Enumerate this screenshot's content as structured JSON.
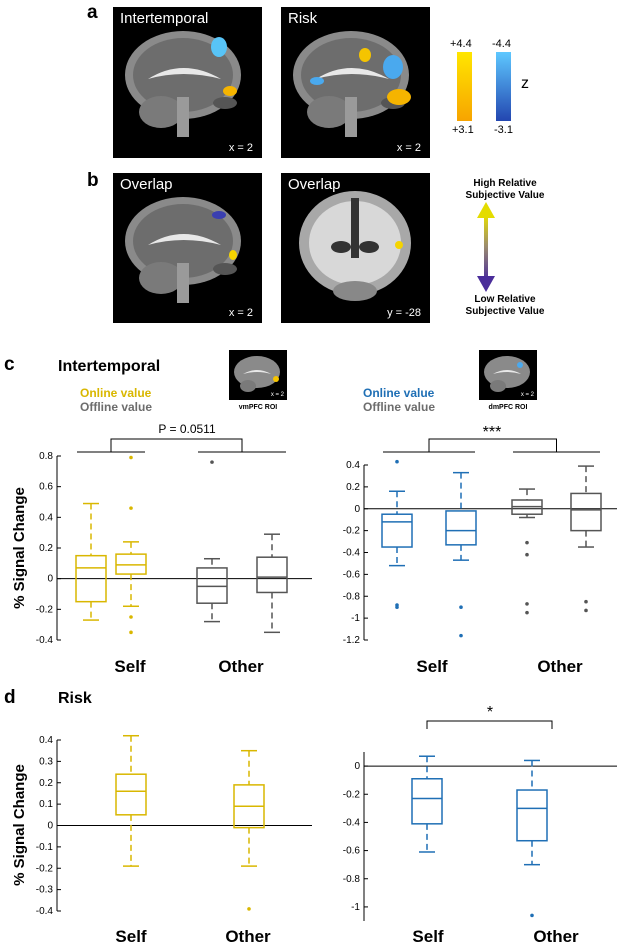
{
  "panel_a": {
    "label": "a",
    "images": [
      {
        "title": "Intertemporal",
        "coord": "x = 2"
      },
      {
        "title": "Risk",
        "coord": "x = 2"
      }
    ],
    "colorbar": {
      "warm_top": "+4.4",
      "warm_bottom": "+3.1",
      "cool_top": "-4.4",
      "cool_bottom": "-3.1",
      "axis_label": "z",
      "warm_colors": [
        "#ffe600",
        "#f7a400"
      ],
      "cool_colors": [
        "#5ec8ff",
        "#2346b0"
      ]
    }
  },
  "panel_b": {
    "label": "b",
    "images": [
      {
        "title": "Overlap",
        "coord": "x = 2"
      },
      {
        "title": "Overlap",
        "coord": "y = -28"
      }
    ],
    "arrow": {
      "top_line1": "High Relative",
      "top_line2": "Subjective Value",
      "bottom_line1": "Low Relative",
      "bottom_line2": "Subjective Value"
    }
  },
  "panel_c": {
    "label": "c",
    "title": "Intertemporal",
    "left_legend": {
      "online": "Online value",
      "offline": "Offline value",
      "roi": "vmPFC ROI",
      "roi_coord": "x = 2"
    },
    "right_legend": {
      "online": "Online value",
      "offline": "Offline value",
      "roi": "dmPFC ROI",
      "roi_coord": "x = 2"
    },
    "left_sig": "P = 0.0511",
    "right_sig": "***"
  },
  "panel_d": {
    "label": "d",
    "title": "Risk",
    "right_sig": "*"
  },
  "colors": {
    "online_vm": "#d9b700",
    "offline": "#555555",
    "online_dm": "#1f6fb5"
  },
  "chart_data": [
    {
      "type": "box",
      "id": "c_left",
      "ylabel": "% Signal Change",
      "ylim": [
        -0.4,
        0.8
      ],
      "yticks": [
        -0.4,
        -0.2,
        0,
        0.2,
        0.4,
        0.6,
        0.8
      ],
      "group_labels": [
        "Self",
        "Other"
      ],
      "boxes": [
        {
          "series": "Online value",
          "group": "Self",
          "whisker_low": -0.27,
          "q1": -0.15,
          "median": 0.07,
          "q3": 0.15,
          "whisker_high": 0.49,
          "outliers": []
        },
        {
          "series": "Online value",
          "group": "Self",
          "whisker_low": -0.18,
          "q1": 0.03,
          "median": 0.09,
          "q3": 0.16,
          "whisker_high": 0.24,
          "outliers": [
            0.79,
            0.46,
            -0.25,
            -0.35
          ]
        },
        {
          "series": "Offline value",
          "group": "Other",
          "whisker_low": -0.28,
          "q1": -0.16,
          "median": -0.05,
          "q3": 0.07,
          "whisker_high": 0.13,
          "outliers": [
            0.76
          ]
        },
        {
          "series": "Offline value",
          "group": "Other",
          "whisker_low": -0.35,
          "q1": -0.09,
          "median": 0.01,
          "q3": 0.14,
          "whisker_high": 0.29,
          "outliers": []
        }
      ]
    },
    {
      "type": "box",
      "id": "c_right",
      "ylim": [
        -1.2,
        0.4
      ],
      "yticks": [
        -1.2,
        -1,
        -0.8,
        -0.6,
        -0.4,
        -0.2,
        0,
        0.2,
        0.4
      ],
      "group_labels": [
        "Self",
        "Other"
      ],
      "boxes": [
        {
          "series": "Online value",
          "group": "Self",
          "whisker_low": -0.52,
          "q1": -0.35,
          "median": -0.12,
          "q3": -0.05,
          "whisker_high": 0.16,
          "outliers": [
            0.43,
            -0.88,
            -0.9
          ]
        },
        {
          "series": "Online value",
          "group": "Self",
          "whisker_low": -0.47,
          "q1": -0.33,
          "median": -0.2,
          "q3": -0.02,
          "whisker_high": 0.33,
          "outliers": [
            -0.9,
            -1.16
          ]
        },
        {
          "series": "Offline value",
          "group": "Other",
          "whisker_low": -0.08,
          "q1": -0.05,
          "median": 0.02,
          "q3": 0.08,
          "whisker_high": 0.18,
          "outliers": [
            -0.31,
            -0.42,
            -0.87,
            -0.95
          ]
        },
        {
          "series": "Offline value",
          "group": "Other",
          "whisker_low": -0.35,
          "q1": -0.2,
          "median": -0.01,
          "q3": 0.14,
          "whisker_high": 0.39,
          "outliers": [
            -0.85,
            -0.93
          ]
        }
      ]
    },
    {
      "type": "box",
      "id": "d_left",
      "ylabel": "% Signal Change",
      "ylim": [
        -0.4,
        0.4
      ],
      "yticks": [
        -0.4,
        -0.3,
        -0.2,
        -0.1,
        0,
        0.1,
        0.2,
        0.3,
        0.4
      ],
      "group_labels": [
        "Self",
        "Other"
      ],
      "boxes": [
        {
          "group": "Self",
          "whisker_low": -0.19,
          "q1": 0.05,
          "median": 0.16,
          "q3": 0.24,
          "whisker_high": 0.42,
          "outliers": []
        },
        {
          "group": "Other",
          "whisker_low": -0.19,
          "q1": -0.01,
          "median": 0.09,
          "q3": 0.19,
          "whisker_high": 0.35,
          "outliers": [
            -0.39
          ]
        }
      ]
    },
    {
      "type": "box",
      "id": "d_right",
      "ylim": [
        -1.1,
        0.1
      ],
      "yticks": [
        -1,
        -0.8,
        -0.6,
        -0.4,
        -0.2,
        0
      ],
      "group_labels": [
        "Self",
        "Other"
      ],
      "boxes": [
        {
          "group": "Self",
          "whisker_low": -0.61,
          "q1": -0.41,
          "median": -0.23,
          "q3": -0.09,
          "whisker_high": 0.07,
          "outliers": []
        },
        {
          "group": "Other",
          "whisker_low": -0.7,
          "q1": -0.53,
          "median": -0.3,
          "q3": -0.17,
          "whisker_high": 0.04,
          "outliers": [
            -1.06
          ]
        }
      ]
    }
  ]
}
